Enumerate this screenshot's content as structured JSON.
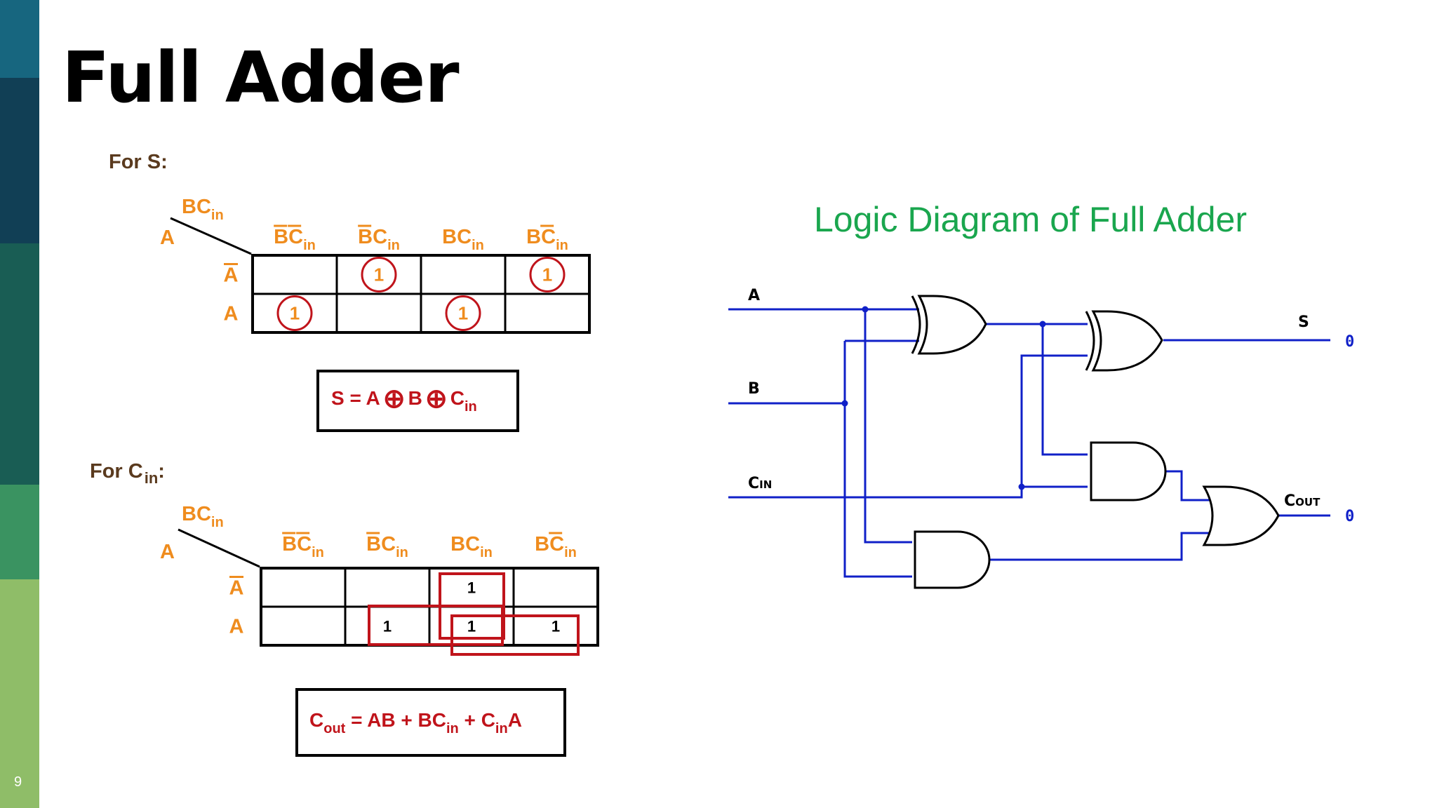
{
  "slide": {
    "title": "Full Adder",
    "number": "9"
  },
  "kmap_s": {
    "heading": "For S:",
    "corner_col": "BC",
    "corner_col_sub": "in",
    "corner_row": "A",
    "col_headers": [
      {
        "a": "B",
        "b": "C",
        "sub": "in",
        "bar_b": true,
        "bar_c": true
      },
      {
        "a": "B",
        "b": "C",
        "sub": "in",
        "bar_b": true,
        "bar_c": false
      },
      {
        "a": "B",
        "b": "C",
        "sub": "in",
        "bar_b": false,
        "bar_c": false
      },
      {
        "a": "B",
        "b": "C",
        "sub": "in",
        "bar_b": false,
        "bar_c": true
      }
    ],
    "row_headers": [
      {
        "label": "A",
        "bar": true
      },
      {
        "label": "A",
        "bar": false
      }
    ],
    "cells": [
      [
        "",
        "1",
        "",
        "1"
      ],
      [
        "1",
        "",
        "1",
        ""
      ]
    ],
    "equation": {
      "lhs": "S = A",
      "op": "⊕",
      "mid": "B",
      "c": "C",
      "c_sub": "in"
    }
  },
  "kmap_cout": {
    "heading": "For C",
    "heading_sub": "in",
    "heading_tail": ":",
    "corner_col": "BC",
    "corner_col_sub": "in",
    "corner_row": "A",
    "col_headers": [
      {
        "a": "B",
        "b": "C",
        "sub": "in",
        "bar_b": true,
        "bar_c": true
      },
      {
        "a": "B",
        "b": "C",
        "sub": "in",
        "bar_b": true,
        "bar_c": false
      },
      {
        "a": "B",
        "b": "C",
        "sub": "in",
        "bar_b": false,
        "bar_c": false
      },
      {
        "a": "B",
        "b": "C",
        "sub": "in",
        "bar_b": false,
        "bar_c": true
      }
    ],
    "row_headers": [
      {
        "label": "A",
        "bar": true
      },
      {
        "label": "A",
        "bar": false
      }
    ],
    "cells": [
      [
        "",
        "",
        "1",
        ""
      ],
      [
        "",
        "1",
        "1",
        "1"
      ]
    ],
    "equation": {
      "c": "C",
      "c_sub": "out",
      "part1": " = AB + BC",
      "in1": "in",
      "part2": " + C",
      "in2": "in",
      "part3": "A"
    }
  },
  "logic_diagram": {
    "title": "Logic Diagram of Full Adder",
    "inputs": [
      "A",
      "B",
      "C",
      "IN"
    ],
    "outputs": [
      {
        "label": "S",
        "value": "0"
      },
      {
        "label": "C",
        "label_small": "OUT",
        "value": "0"
      }
    ]
  },
  "colors": {
    "orange": "#ef8c1e",
    "red": "#c0141b",
    "wire": "#1020c8",
    "green_title": "#1aa64e"
  }
}
